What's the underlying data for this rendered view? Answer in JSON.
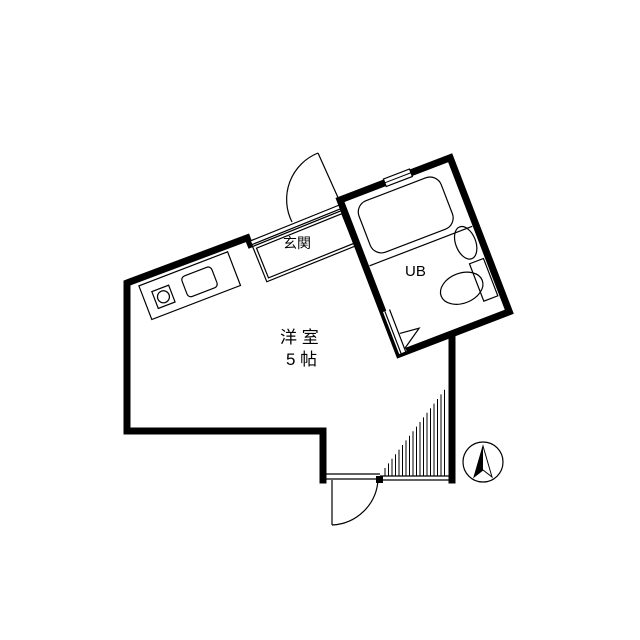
{
  "floorplan": {
    "rooms": {
      "main_room_name": "洋 室",
      "main_room_size": "5 帖",
      "entrance": "玄関",
      "bath": "UB"
    },
    "compass": {
      "icon": "north-arrow-icon",
      "direction": "north"
    },
    "colors": {
      "wall": "#000000",
      "background": "#ffffff"
    }
  }
}
